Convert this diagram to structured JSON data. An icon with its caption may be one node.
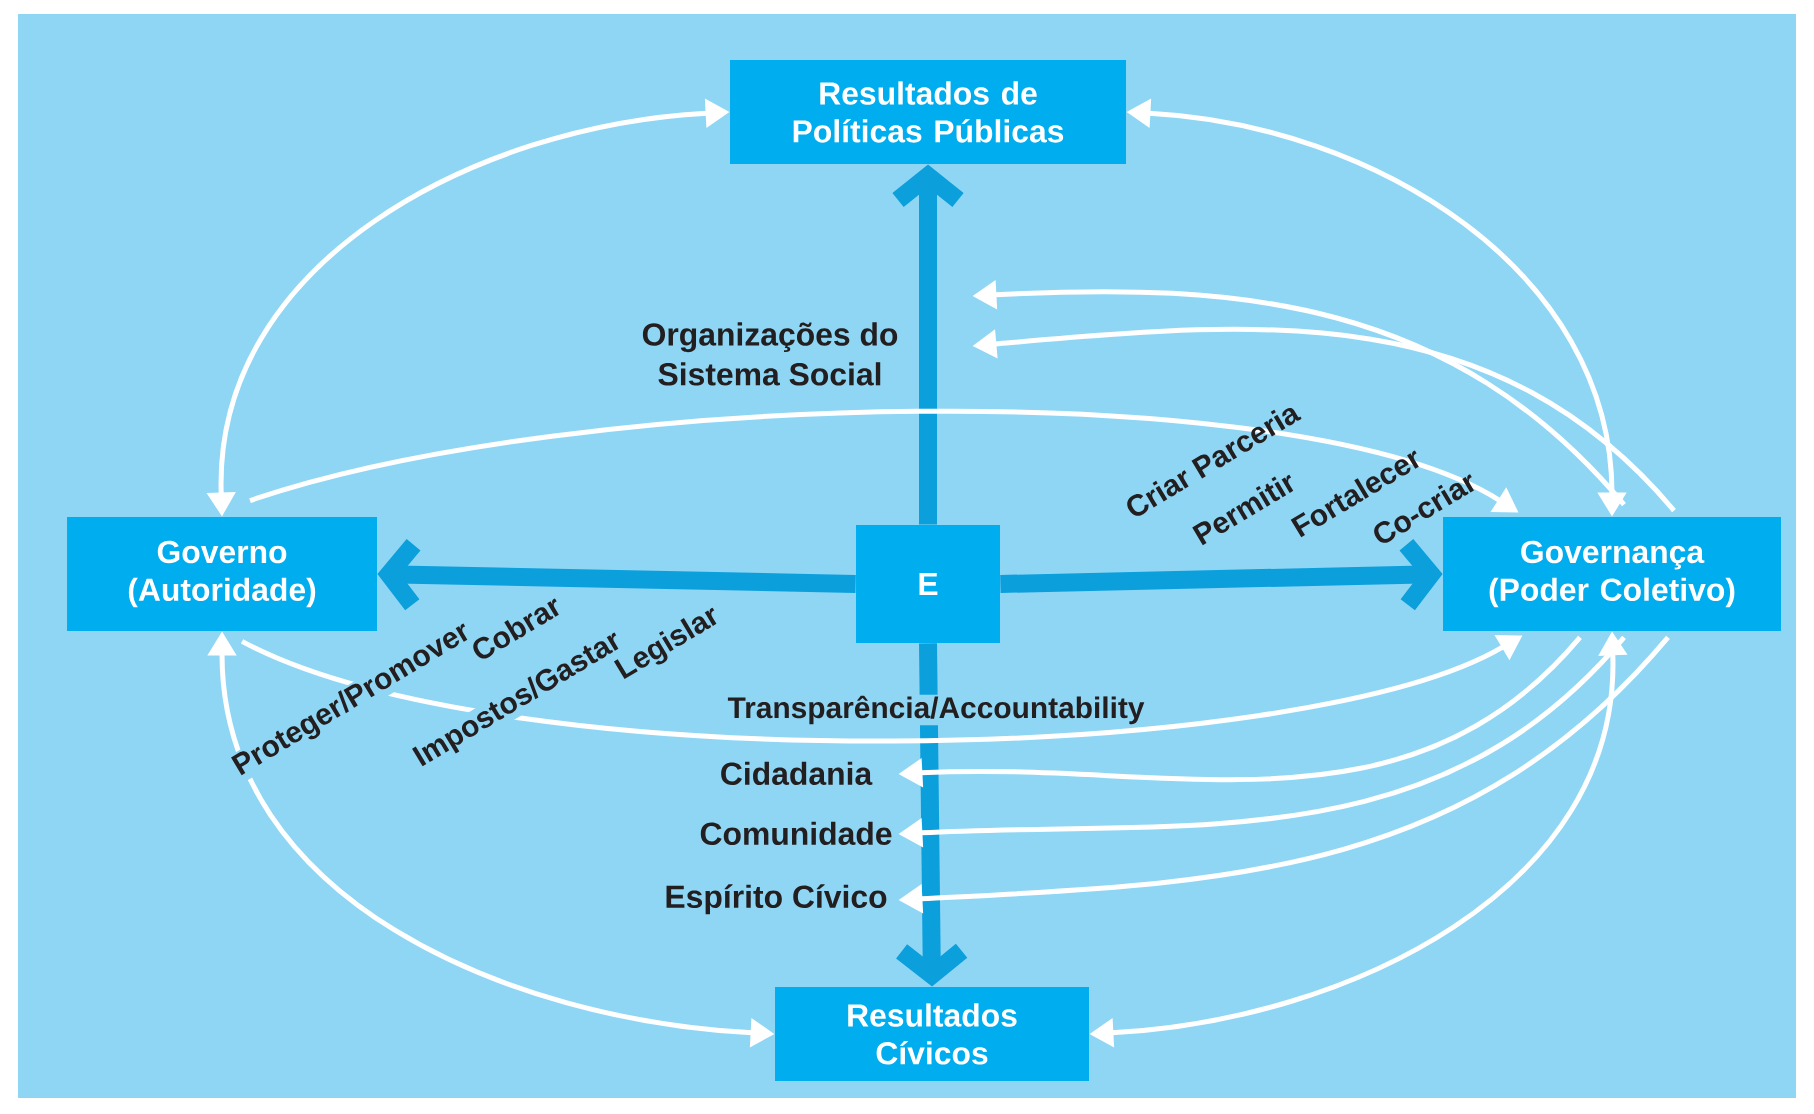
{
  "diagram": {
    "nodes": [
      {
        "text": [
          "Resultados de Políticas Públicas"
        ]
      },
      {
        "text": [
          "Governo (Autoridade)"
        ]
      },
      {
        "text": [
          "E"
        ]
      },
      {
        "text": [
          "Governança (Poder Coletivo)"
        ]
      },
      {
        "text": [
          "Resultados Cívicos"
        ]
      },
      {
        "text": [
          "Organizações do Sistema Social"
        ]
      },
      {
        "text": [
          "Cidadania"
        ]
      },
      {
        "text": [
          "Comunidade"
        ]
      },
      {
        "text": [
          "Espírito Cívico"
        ]
      }
    ],
    "edges": [
      {
        "from": 1,
        "to": 0,
        "arrow": "both"
      },
      {
        "from": 0,
        "to": 3,
        "arrow": "both"
      },
      {
        "from": 1,
        "to": 4,
        "arrow": "both"
      },
      {
        "from": 3,
        "to": 4,
        "arrow": "both"
      },
      {
        "from": 2,
        "to": 0,
        "arrow": "to",
        "style": "thick",
        "color": "#0b9fdc"
      },
      {
        "from": 2,
        "to": 1,
        "arrow": "to",
        "style": "thick",
        "color": "#0b9fdc"
      },
      {
        "from": 2,
        "to": 3,
        "arrow": "to",
        "style": "thick",
        "color": "#0b9fdc"
      },
      {
        "from": 2,
        "to": 4,
        "arrow": "to",
        "style": "thick",
        "color": "#0b9fdc"
      },
      {
        "from": 1,
        "to": 3,
        "arrow": "to"
      },
      {
        "from": 1,
        "to": 3,
        "arrow": "to"
      },
      {
        "from": 3,
        "to": 5,
        "arrow": "to"
      },
      {
        "from": 3,
        "to": 5,
        "arrow": "to"
      },
      {
        "from": 3,
        "to": 6,
        "arrow": "to"
      },
      {
        "from": 3,
        "to": 7,
        "arrow": "to"
      },
      {
        "from": 3,
        "to": 8,
        "arrow": "to"
      }
    ],
    "labels": [
      "Criar Parceria",
      "Permitir",
      "Fortalecer",
      "Co-criar",
      "Proteger/Promover",
      "Cobrar",
      "Impostos/Gastar",
      "Legislar",
      "Transparência/Accountability"
    ]
  }
}
